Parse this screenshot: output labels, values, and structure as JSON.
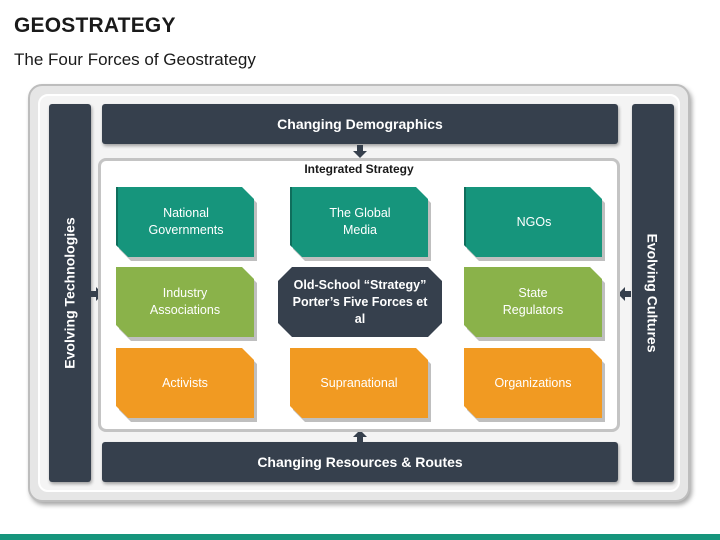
{
  "header": {
    "title": "GEOSTRATEGY",
    "subtitle": "The Four Forces of Geostrategy"
  },
  "forces": {
    "top": "Changing Demographics",
    "bottom": "Changing Resources & Routes",
    "left": "Evolving Technologies",
    "right": "Evolving Cultures"
  },
  "core": {
    "label": "Integrated Strategy",
    "center": "Old-School “Strategy”\nPorter’s Five Forces et al",
    "row1": [
      "National\nGovernments",
      "The Global\nMedia",
      "NGOs"
    ],
    "row2": [
      "Industry\nAssociations",
      "State\nRegulators"
    ],
    "row3": [
      "Activists",
      "Supranational",
      "Organizations"
    ]
  },
  "colors": {
    "navy": "#36404d",
    "teal": "#16957c",
    "green": "#8ab24a",
    "orange": "#f19a22"
  },
  "icons": {
    "arrows": [
      "arrow-down-icon",
      "arrow-up-icon",
      "arrow-right-icon",
      "arrow-left-icon"
    ]
  }
}
